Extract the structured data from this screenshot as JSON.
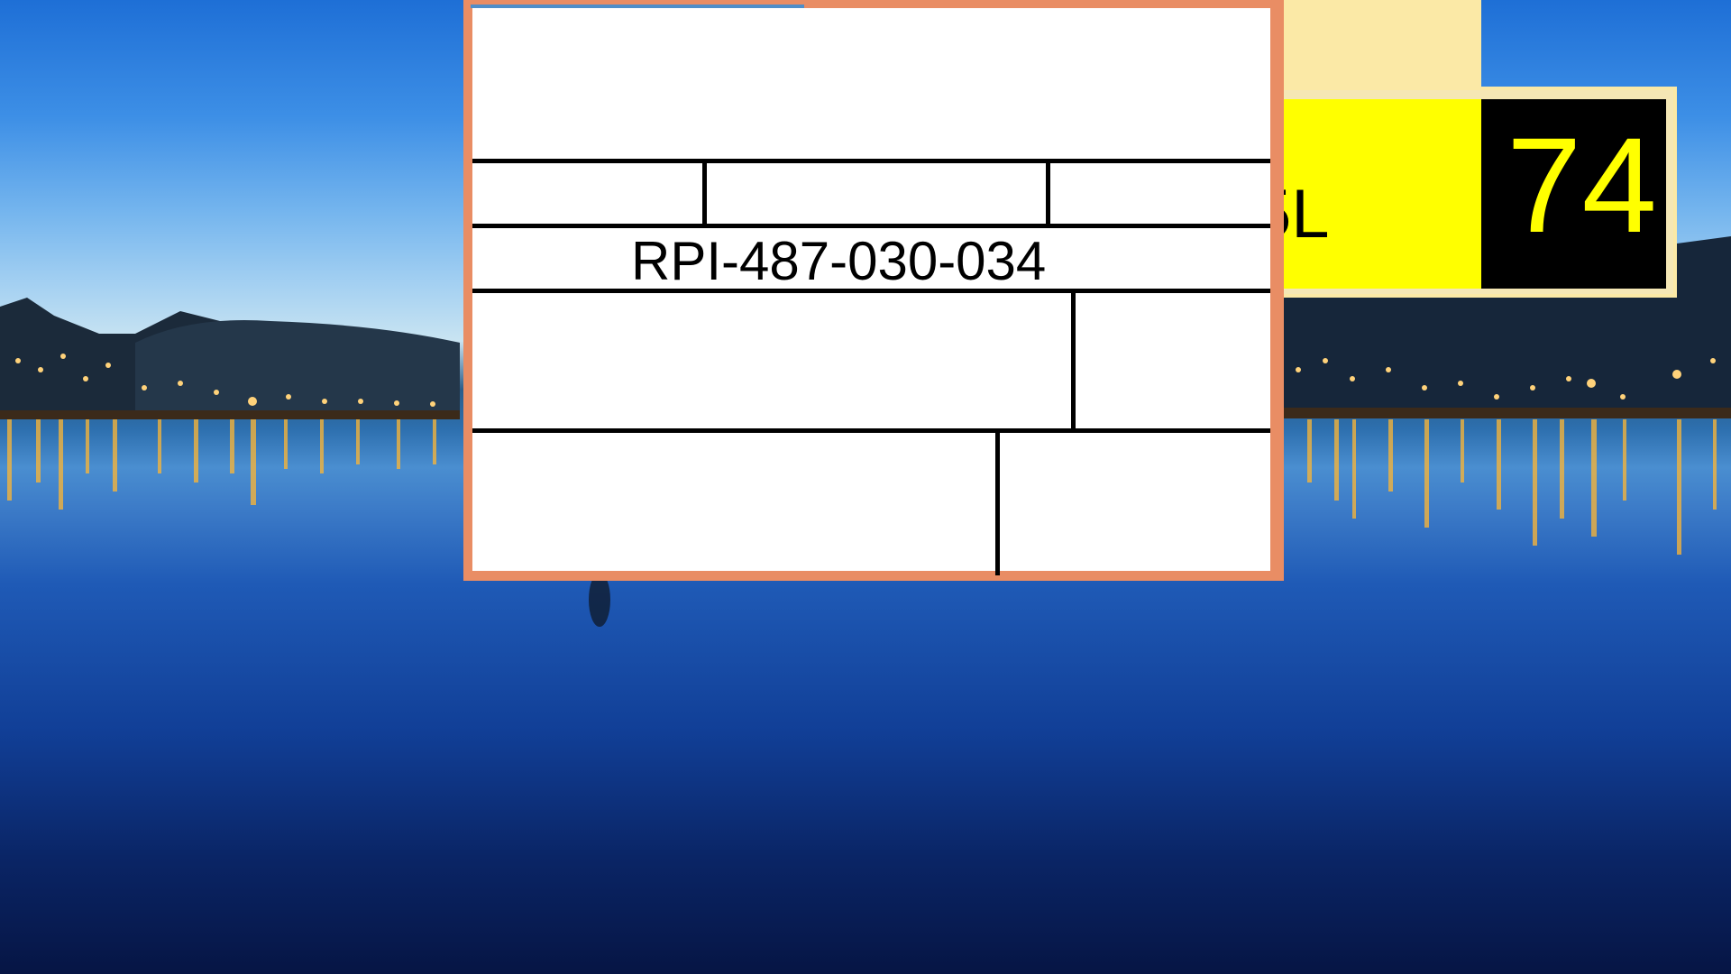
{
  "desktop": {
    "wallpaper": "night-lake-with-town-lights",
    "colors": {
      "sky_top": "#1e6fd6",
      "water": "#1f5ab6",
      "light_reflections": "#ffb733"
    }
  },
  "background_window": {
    "sign_left_text": "5L",
    "sign_right_text": "74",
    "colors": {
      "frame": "#fbe9a6",
      "sign_yellow": "#ffff00",
      "sign_black": "#000000"
    }
  },
  "front_window": {
    "document_code": "RPI-487-030-034",
    "colors": {
      "frame": "#e98d64",
      "accent": "#4f8ec9",
      "page": "#ffffff"
    }
  }
}
